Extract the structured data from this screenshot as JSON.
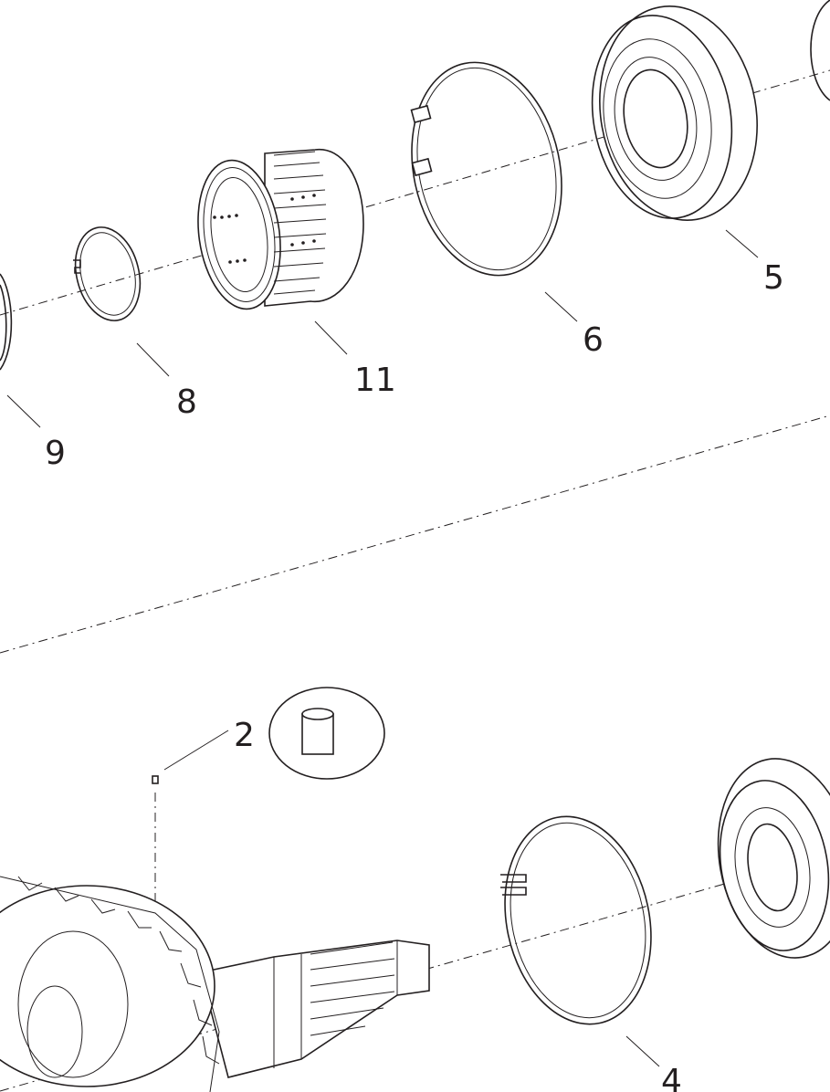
{
  "diagram": {
    "type": "exploded-parts-view",
    "colors": {
      "line": "#231f20",
      "background": "#ffffff"
    },
    "callouts": [
      {
        "id": "5",
        "label": "5"
      },
      {
        "id": "6",
        "label": "6"
      },
      {
        "id": "11",
        "label": "11"
      },
      {
        "id": "8",
        "label": "8"
      },
      {
        "id": "9",
        "label": "9"
      },
      {
        "id": "2",
        "label": "2"
      },
      {
        "id": "4",
        "label": "4"
      }
    ]
  }
}
